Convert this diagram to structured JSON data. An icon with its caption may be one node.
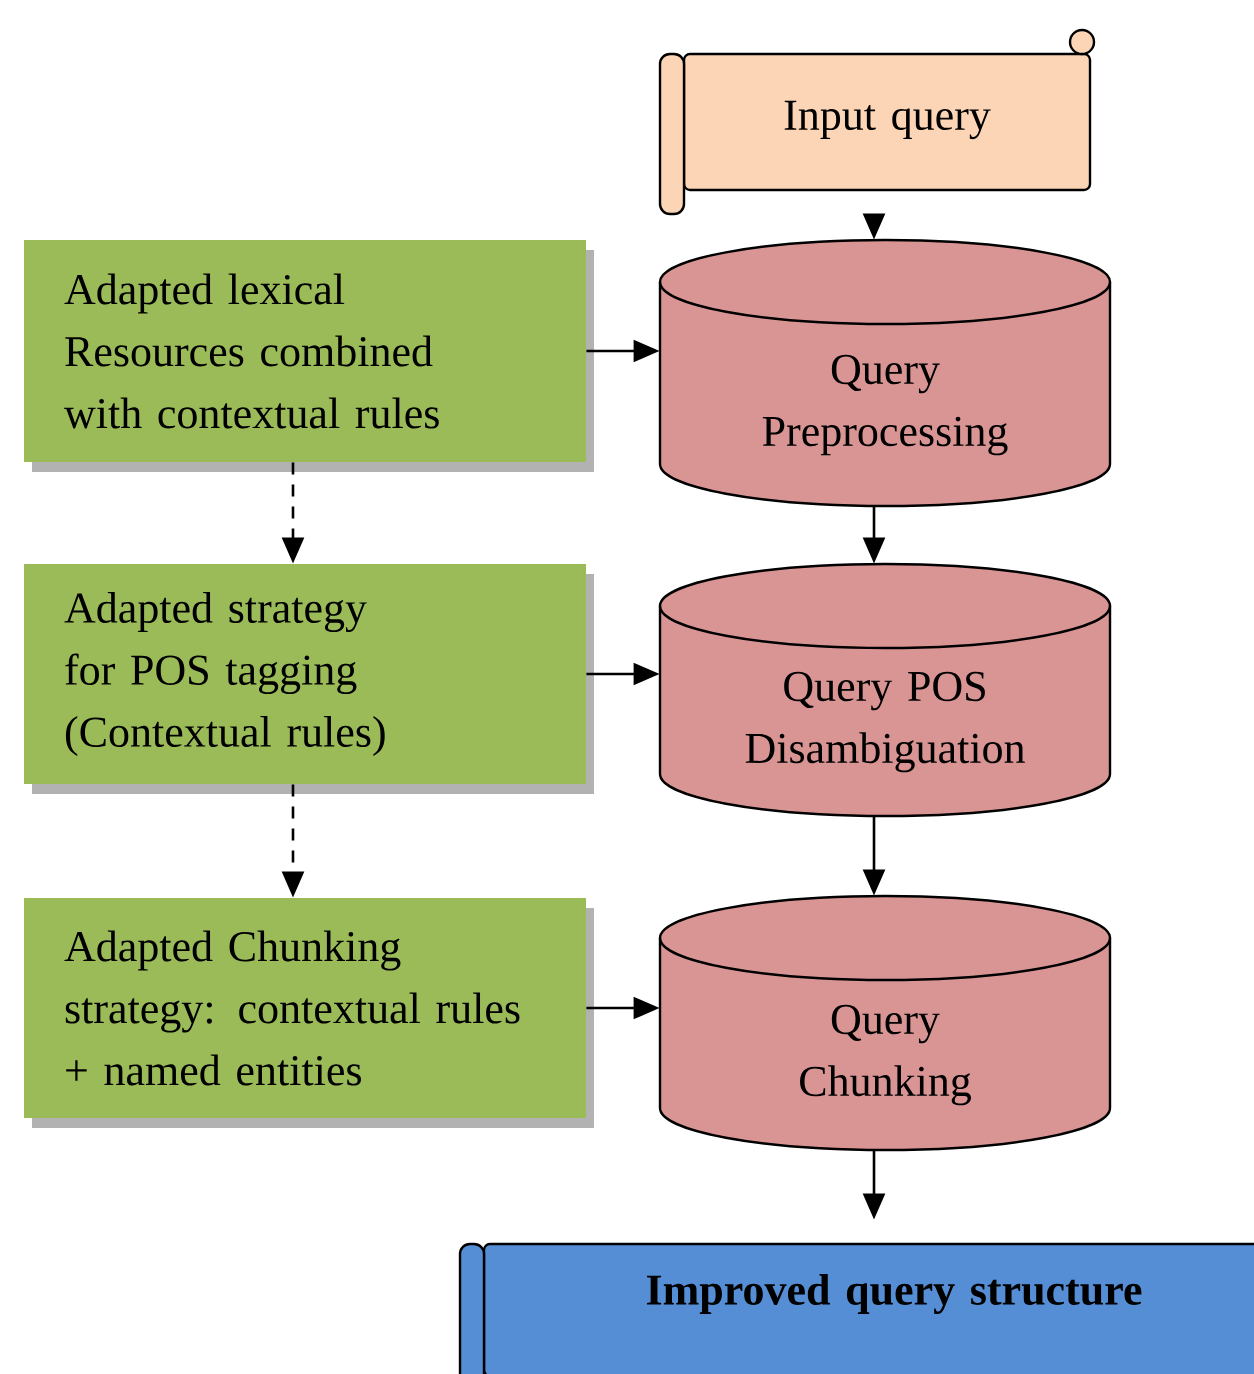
{
  "diagram": {
    "nodes": [
      {
        "text": [
          "Input query"
        ]
      },
      {
        "text": [
          "Adapted lexical Resources combined with contextual rules"
        ]
      },
      {
        "text": [
          "Query Preprocessing"
        ]
      },
      {
        "text": [
          "Adapted strategy for POS tagging (Contextual rules)"
        ]
      },
      {
        "text": [
          "Query POS Disambiguation"
        ]
      },
      {
        "text": [
          "Adapted Chunking strategy: contextual rules + named entities"
        ]
      },
      {
        "text": [
          "Query Chunking"
        ]
      },
      {
        "text": [
          "Improved query structure"
        ]
      }
    ],
    "edges": [
      {
        "from": 0,
        "to": 2,
        "arrow": "to"
      },
      {
        "from": 1,
        "to": 2,
        "arrow": "to"
      },
      {
        "from": 1,
        "to": 3,
        "arrow": "to",
        "style": "dashed"
      },
      {
        "from": 2,
        "to": 4,
        "arrow": "to"
      },
      {
        "from": 3,
        "to": 4,
        "arrow": "to"
      },
      {
        "from": 3,
        "to": 5,
        "arrow": "to",
        "style": "dashed"
      },
      {
        "from": 4,
        "to": 6,
        "arrow": "to"
      },
      {
        "from": 5,
        "to": 6,
        "arrow": "to"
      },
      {
        "from": 6,
        "to": 7,
        "arrow": "to"
      }
    ]
  }
}
